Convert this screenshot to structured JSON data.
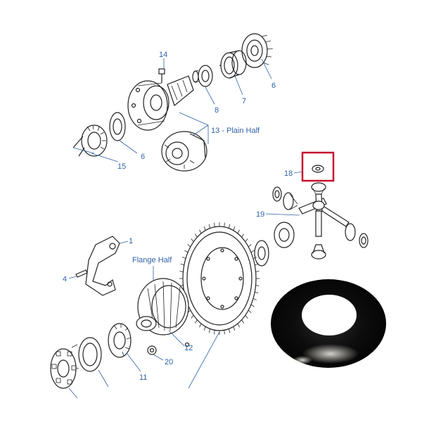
{
  "diagram": {
    "labels": {
      "p14": "14",
      "p6_top": "6",
      "p8": "8",
      "p7": "7",
      "p13": "13 - Plain Half",
      "p15": "15",
      "p6_mid": "6",
      "p18": "18",
      "p19": "19",
      "p1": "1",
      "flange": "Flange Half",
      "p4": "4",
      "p12": "12",
      "p20": "20",
      "p11": "11"
    },
    "highlight_color": "#c8102e",
    "label_color": "#2f62a8"
  },
  "photo": {
    "name": "thrust-washer-photo"
  }
}
